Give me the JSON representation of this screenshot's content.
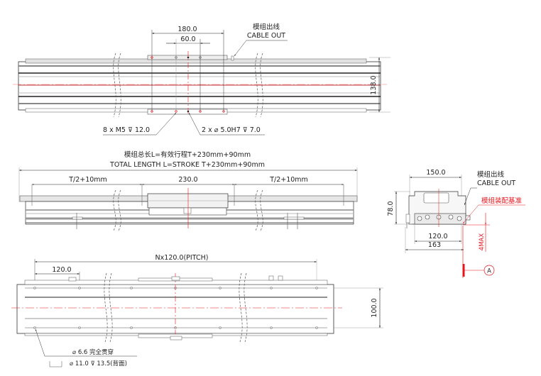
{
  "colors": {
    "line": "#333333",
    "rail_gray": "#bdbdbd",
    "light_gray": "#d9d9d9",
    "centerline_red": "#e8141c",
    "background": "#ffffff"
  },
  "top_view": {
    "dim_carriage_outer": "180.0",
    "dim_carriage_inner": "60.0",
    "cable_out_cn": "模组出线",
    "cable_out_en": "CABLE OUT",
    "dim_height": "138.0",
    "callout_holes_tapped": "8 x  M5  ⊽  12.0",
    "callout_holes_pin": "2 x  ⌀  5.0H7 ⊽  7.0"
  },
  "side_view": {
    "title_cn": "模组总长L=有效行程T+230mm+90mm",
    "title_en": "TOTAL LENGTH L=STROKE T+230mm+90mm",
    "dim_left": "T/2+10mm",
    "dim_center": "230.0",
    "dim_right": "T/2+10mm"
  },
  "end_view": {
    "dim_width_top": "150.0",
    "cable_out_cn": "模组出线",
    "cable_out_en": "CABLE OUT",
    "assembly_ref_cn": "模组装配基准",
    "dim_height": "78.0",
    "dim_base_inner": "120.0",
    "dim_base_outer": "163",
    "dim_max": "4MAX",
    "datum_label": "A"
  },
  "bottom_view": {
    "dim_pitch_total": "Nx120.0(PITCH)",
    "dim_pitch": "120.0",
    "dim_width": "100.0",
    "callout_through": "⌀ 6.6 完全贯穿",
    "callout_counterbore": "⌀ 11.0 ⊽ 13.5(背面)"
  }
}
